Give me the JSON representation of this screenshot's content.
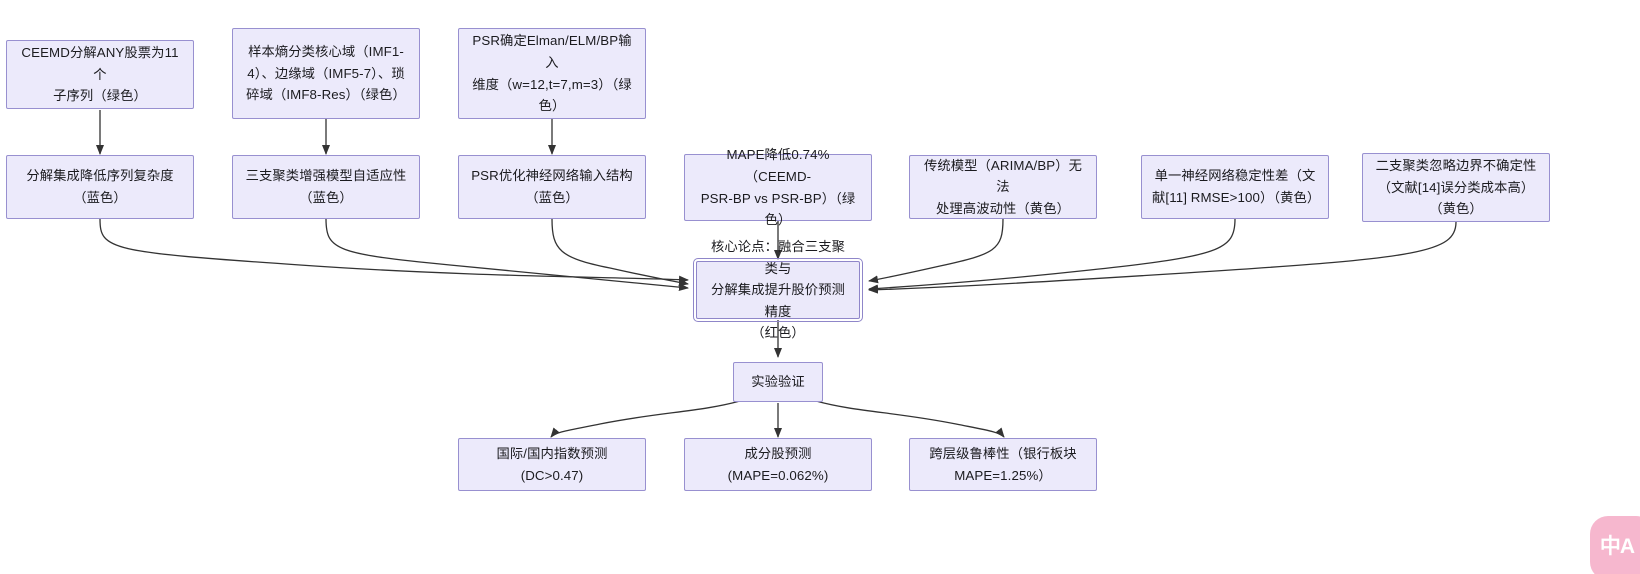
{
  "diagram": {
    "type": "flowchart",
    "direction": "top-down-converging",
    "theme": {
      "node_fill": "#ECEAFB",
      "node_border": "#9890D0",
      "edge_color": "#333333",
      "text_color": "#1b1b1f",
      "background": "#ffffff",
      "watermark_color": "#F5A8C4"
    },
    "nodes": {
      "ceemd_decompose": {
        "label": "CEEMD分解ANY股票为11个\n子序列（绿色）",
        "row": "evidence-top",
        "color_tag": "绿色"
      },
      "sample_entropy": {
        "label": "样本熵分类核心域（IMF1-\n4）、边缘域（IMF5-7）、琐\n碎域（IMF8-Res）（绿色）",
        "row": "evidence-top",
        "color_tag": "绿色"
      },
      "psr_input_dim": {
        "label": "PSR确定Elman/ELM/BP输入\n维度（w=12,t=7,m=3）（绿\n色）",
        "row": "evidence-top",
        "color_tag": "绿色"
      },
      "reduce_complexity": {
        "label": "分解集成降低序列复杂度\n（蓝色）",
        "row": "reason-mid",
        "color_tag": "蓝色"
      },
      "three_way_adaptive": {
        "label": "三支聚类增强模型自适应性\n（蓝色）",
        "row": "reason-mid",
        "color_tag": "蓝色"
      },
      "psr_optimize": {
        "label": "PSR优化神经网络输入结构\n（蓝色）",
        "row": "reason-mid",
        "color_tag": "蓝色"
      },
      "mape_drop": {
        "label": "MAPE降低0.74%（CEEMD-\nPSR-BP vs PSR-BP）（绿\n色）",
        "row": "reason-mid",
        "color_tag": "绿色"
      },
      "traditional_model": {
        "label": "传统模型（ARIMA/BP）无法\n处理高波动性（黄色）",
        "row": "reason-mid",
        "color_tag": "黄色"
      },
      "single_nn_unstable": {
        "label": "单一神经网络稳定性差（文\n献[11] RMSE>100）（黄色）",
        "row": "reason-mid",
        "color_tag": "黄色"
      },
      "two_way_ignore": {
        "label": "二支聚类忽略边界不确定性\n（文献[14]误分类成本高）\n（黄色）",
        "row": "reason-mid",
        "color_tag": "黄色"
      },
      "core_claim": {
        "label": "核心论点：融合三支聚类与\n分解集成提升股价预测精度\n（红色）",
        "row": "core",
        "color_tag": "红色",
        "emphasis": "double-border"
      },
      "experiment": {
        "label": "实验验证",
        "row": "verification"
      },
      "index_forecast": {
        "label": "国际/国内指数预测\n(DC>0.47)",
        "row": "results"
      },
      "constituent_forecast": {
        "label": "成分股预测\n(MAPE=0.062%)",
        "row": "results"
      },
      "cross_level_robust": {
        "label": "跨层级鲁棒性（银行板块\nMAPE=1.25%）",
        "row": "results"
      }
    },
    "edges": [
      {
        "from": "ceemd_decompose",
        "to": "reduce_complexity",
        "style": "straight-arrow"
      },
      {
        "from": "sample_entropy",
        "to": "three_way_adaptive",
        "style": "straight-arrow"
      },
      {
        "from": "psr_input_dim",
        "to": "psr_optimize",
        "style": "straight-arrow"
      },
      {
        "from": "reduce_complexity",
        "to": "core_claim",
        "style": "curved-arrow"
      },
      {
        "from": "three_way_adaptive",
        "to": "core_claim",
        "style": "curved-arrow"
      },
      {
        "from": "psr_optimize",
        "to": "core_claim",
        "style": "curved-arrow"
      },
      {
        "from": "mape_drop",
        "to": "core_claim",
        "style": "straight-arrow"
      },
      {
        "from": "traditional_model",
        "to": "core_claim",
        "style": "curved-arrow"
      },
      {
        "from": "single_nn_unstable",
        "to": "core_claim",
        "style": "curved-arrow"
      },
      {
        "from": "two_way_ignore",
        "to": "core_claim",
        "style": "curved-arrow"
      },
      {
        "from": "core_claim",
        "to": "experiment",
        "style": "straight-arrow"
      },
      {
        "from": "experiment",
        "to": "index_forecast",
        "style": "curved-arrow"
      },
      {
        "from": "experiment",
        "to": "constituent_forecast",
        "style": "straight-arrow"
      },
      {
        "from": "experiment",
        "to": "cross_level_robust",
        "style": "curved-arrow"
      }
    ],
    "watermark": {
      "text": "中A"
    }
  }
}
